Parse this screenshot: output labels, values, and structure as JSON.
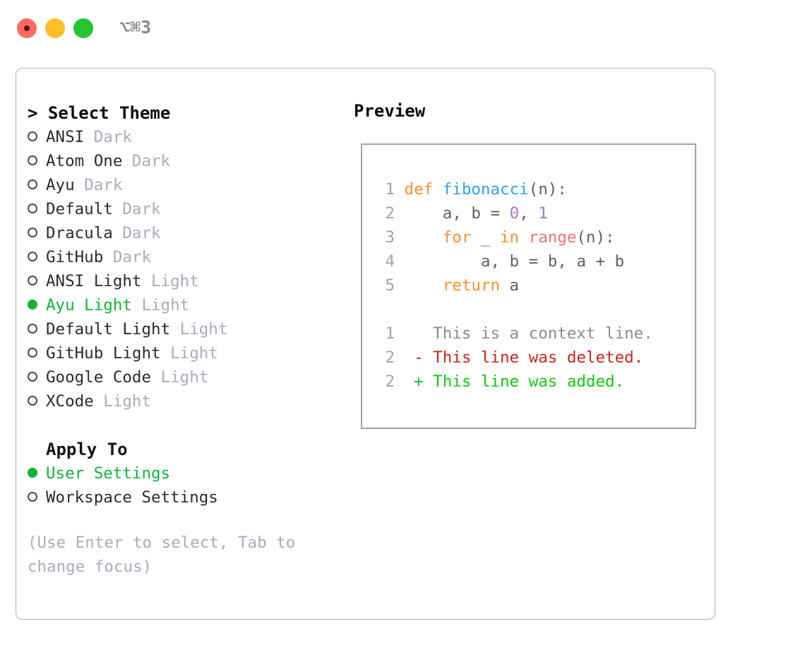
{
  "window": {
    "shortcut_label": "⌥⌘3",
    "traffic_lights": [
      {
        "name": "close",
        "color": "#fb6b62"
      },
      {
        "name": "minimize",
        "color": "#fdbe2c"
      },
      {
        "name": "maximize",
        "color": "#24c434"
      }
    ]
  },
  "accent": {
    "selected_green": "#11b335",
    "muted": "#a5adbd",
    "border": "#aab2c0"
  },
  "theme_picker": {
    "heading": "> Select Theme",
    "items": [
      {
        "marker": "○",
        "name": "ANSI",
        "variant": "Dark",
        "selected": false
      },
      {
        "marker": "○",
        "name": "Atom One",
        "variant": "Dark",
        "selected": false
      },
      {
        "marker": "○",
        "name": "Ayu",
        "variant": "Dark",
        "selected": false
      },
      {
        "marker": "○",
        "name": "Default",
        "variant": "Dark",
        "selected": false
      },
      {
        "marker": "○",
        "name": "Dracula",
        "variant": "Dark",
        "selected": false
      },
      {
        "marker": "○",
        "name": "GitHub",
        "variant": "Dark",
        "selected": false
      },
      {
        "marker": "○",
        "name": "ANSI Light",
        "variant": "Light",
        "selected": false
      },
      {
        "marker": "●",
        "name": "Ayu Light",
        "variant": "Light",
        "selected": true
      },
      {
        "marker": "○",
        "name": "Default Light",
        "variant": "Light",
        "selected": false
      },
      {
        "marker": "○",
        "name": "GitHub Light",
        "variant": "Light",
        "selected": false
      },
      {
        "marker": "○",
        "name": "Google Code",
        "variant": "Light",
        "selected": false
      },
      {
        "marker": "○",
        "name": "XCode",
        "variant": "Light",
        "selected": false
      }
    ]
  },
  "apply_to": {
    "heading": "Apply To",
    "items": [
      {
        "marker": "●",
        "name": "User Settings",
        "selected": true
      },
      {
        "marker": "○",
        "name": "Workspace Settings",
        "selected": false
      }
    ]
  },
  "hint": "(Use Enter to select, Tab to change focus)",
  "preview": {
    "title": "Preview",
    "code_lines": [
      {
        "num": "1",
        "tokens": [
          {
            "t": "def",
            "c": "kw"
          },
          {
            "t": " ",
            "c": "pln"
          },
          {
            "t": "fibonacci",
            "c": "fn"
          },
          {
            "t": "(n):",
            "c": "pln"
          }
        ]
      },
      {
        "num": "2",
        "tokens": [
          {
            "t": "    a, b = ",
            "c": "pln"
          },
          {
            "t": "0",
            "c": "num"
          },
          {
            "t": ", ",
            "c": "pln"
          },
          {
            "t": "1",
            "c": "num"
          }
        ]
      },
      {
        "num": "3",
        "tokens": [
          {
            "t": "    ",
            "c": "pln"
          },
          {
            "t": "for",
            "c": "kw"
          },
          {
            "t": " _ ",
            "c": "pln"
          },
          {
            "t": "in",
            "c": "kw"
          },
          {
            "t": " ",
            "c": "pln"
          },
          {
            "t": "range",
            "c": "bi"
          },
          {
            "t": "(n):",
            "c": "pln"
          }
        ]
      },
      {
        "num": "4",
        "tokens": [
          {
            "t": "        a, b = b, a + b",
            "c": "pln"
          }
        ]
      },
      {
        "num": "5",
        "tokens": [
          {
            "t": "    ",
            "c": "pln"
          },
          {
            "t": "return",
            "c": "kw"
          },
          {
            "t": " a",
            "c": "pln"
          }
        ]
      }
    ],
    "diff_lines": [
      {
        "num": "1",
        "marker": " ",
        "text": " This is a context line.",
        "kind": "ctx"
      },
      {
        "num": "2",
        "marker": "-",
        "text": " This line was deleted.",
        "kind": "del"
      },
      {
        "num": "2",
        "marker": "+",
        "text": " This line was added.",
        "kind": "add"
      }
    ]
  }
}
